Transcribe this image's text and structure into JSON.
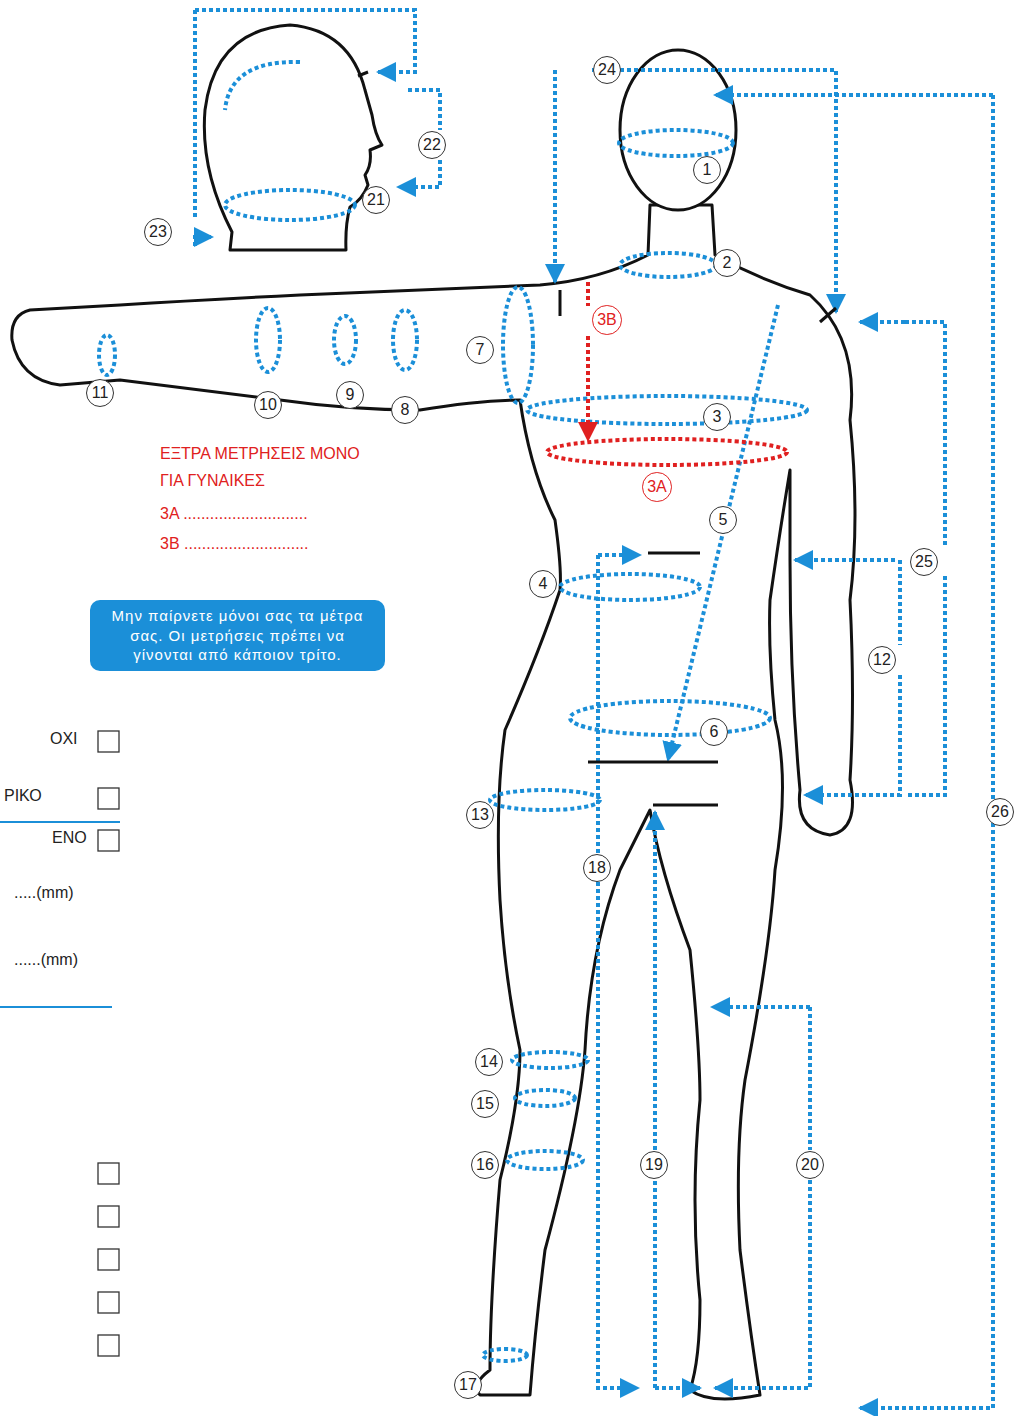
{
  "diagram": {
    "nodes": [
      {
        "text": [
          "24"
        ]
      },
      {
        "text": [
          "22"
        ]
      },
      {
        "text": [
          "1"
        ]
      },
      {
        "text": [
          "23"
        ]
      },
      {
        "text": [
          "21"
        ]
      },
      {
        "text": [
          "2"
        ]
      },
      {
        "text": [
          "7"
        ]
      },
      {
        "text": [
          "3B"
        ]
      },
      {
        "text": [
          "11"
        ]
      },
      {
        "text": [
          "10"
        ]
      },
      {
        "text": [
          "9"
        ]
      },
      {
        "text": [
          "8"
        ]
      },
      {
        "text": [
          "3"
        ]
      },
      {
        "text": [
          "3A"
        ]
      },
      {
        "text": [
          "5"
        ]
      },
      {
        "text": [
          "4"
        ]
      },
      {
        "text": [
          "25"
        ]
      },
      {
        "text": [
          "12"
        ]
      },
      {
        "text": [
          "Μην παίρνετε μόνοι σας τα μέτρα σας. Οι μετρήσεις πρέπει να γίνονται από κάποιον τρίτο."
        ]
      },
      {
        "text": [
          "6"
        ]
      },
      {
        "text": [
          "13"
        ]
      },
      {
        "text": [
          "26"
        ]
      },
      {
        "text": [
          "18"
        ]
      },
      {
        "text": [
          "14"
        ]
      },
      {
        "text": [
          "15"
        ]
      },
      {
        "text": [
          "16"
        ]
      },
      {
        "text": [
          "19"
        ]
      },
      {
        "text": [
          "20"
        ]
      },
      {
        "text": [
          "17"
        ]
      }
    ],
    "labels": [
      "ΕΞΤΡΑ ΜΕΤΡΗΣΕΙΣ ΜΟΝΟ ΓΙΑ ΓΥΝΑΙΚΕΣ",
      "3Α ............................",
      "3Β ............................",
      "ΟΧΙ",
      "ΡΙΚΟ",
      "ΕΝΟ",
      ".....(mm)",
      "......(mm)"
    ]
  }
}
